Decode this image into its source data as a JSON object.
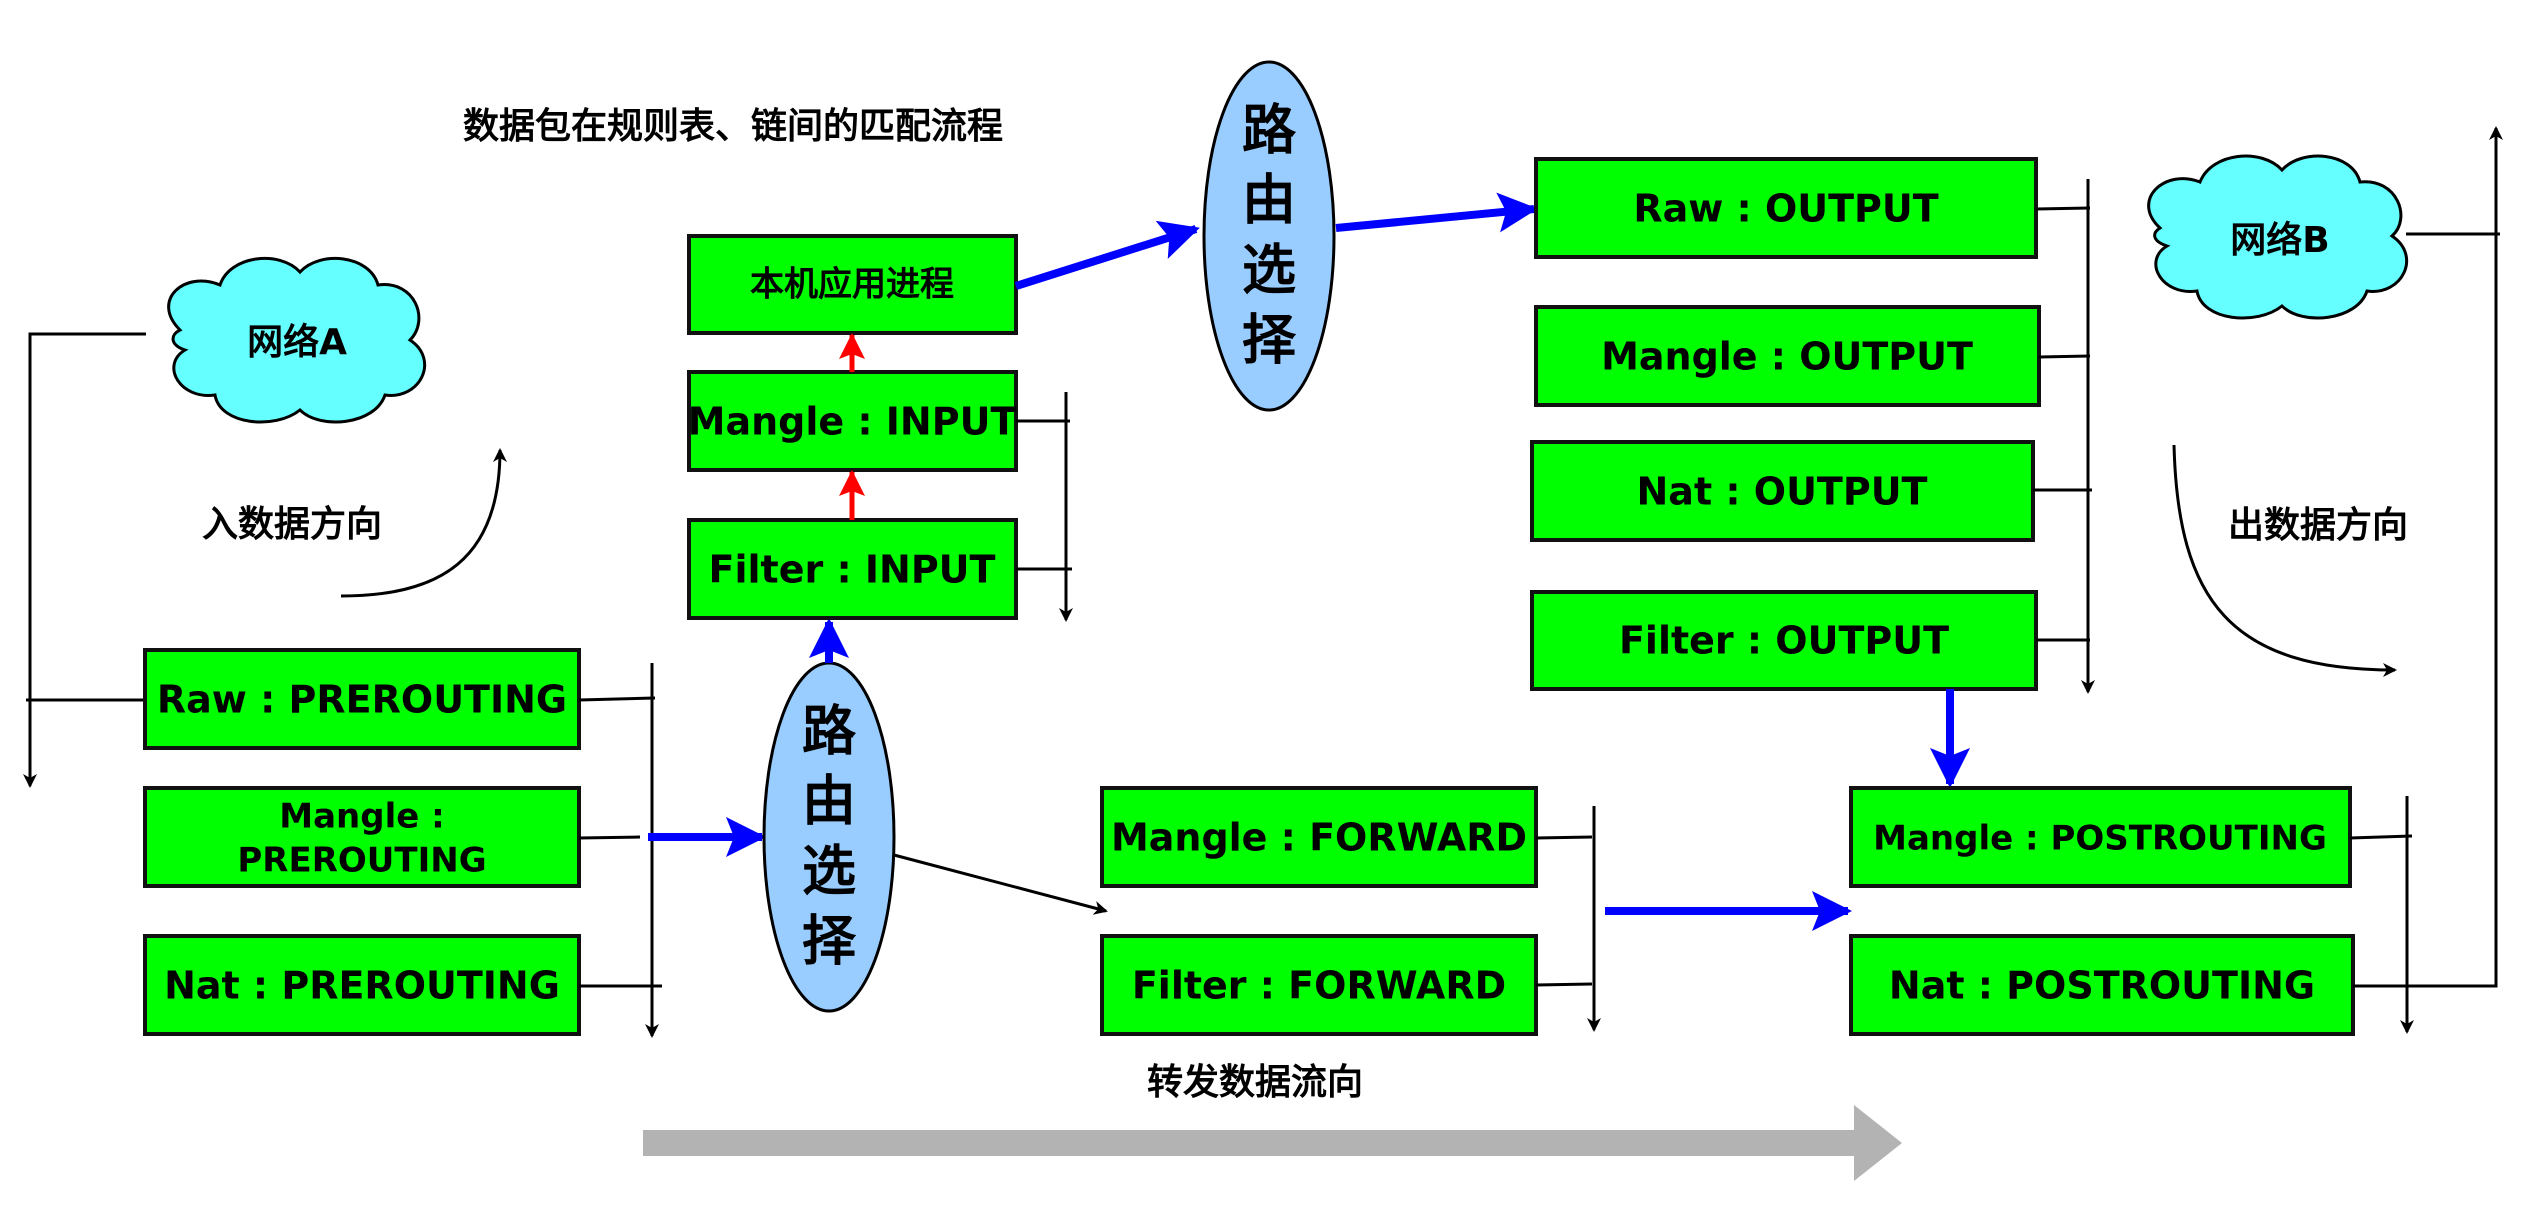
{
  "title": "数据包在规则表、链间的匹配流程",
  "labels": {
    "inbound_direction": "入数据方向",
    "outbound_direction": "出数据方向",
    "forward_direction": "转发数据流向"
  },
  "networks": {
    "a": "网络A",
    "b": "网络B"
  },
  "routing": {
    "chars": [
      "路",
      "由",
      "选",
      "择"
    ]
  },
  "local_process": "本机应用进程",
  "chains": {
    "prerouting": [
      "Raw : PREROUTING",
      "Mangle :",
      "PREROUTING",
      "Nat : PREROUTING"
    ],
    "input": [
      "Mangle : INPUT",
      "Filter : INPUT"
    ],
    "output": [
      "Raw : OUTPUT",
      "Mangle : OUTPUT",
      "Nat : OUTPUT",
      "Filter : OUTPUT"
    ],
    "forward": [
      "Mangle : FORWARD",
      "Filter : FORWARD"
    ],
    "postrouting": [
      "Mangle : POSTROUTING",
      "Nat : POSTROUTING"
    ]
  },
  "colors": {
    "chain_box": "#00ff00",
    "cloud": "#66ffff",
    "routing_ellipse": "#99ccff",
    "primary_flow": "#0000ff",
    "local_flow": "#ff0000",
    "forward_arrow": "#b3b3b3"
  }
}
